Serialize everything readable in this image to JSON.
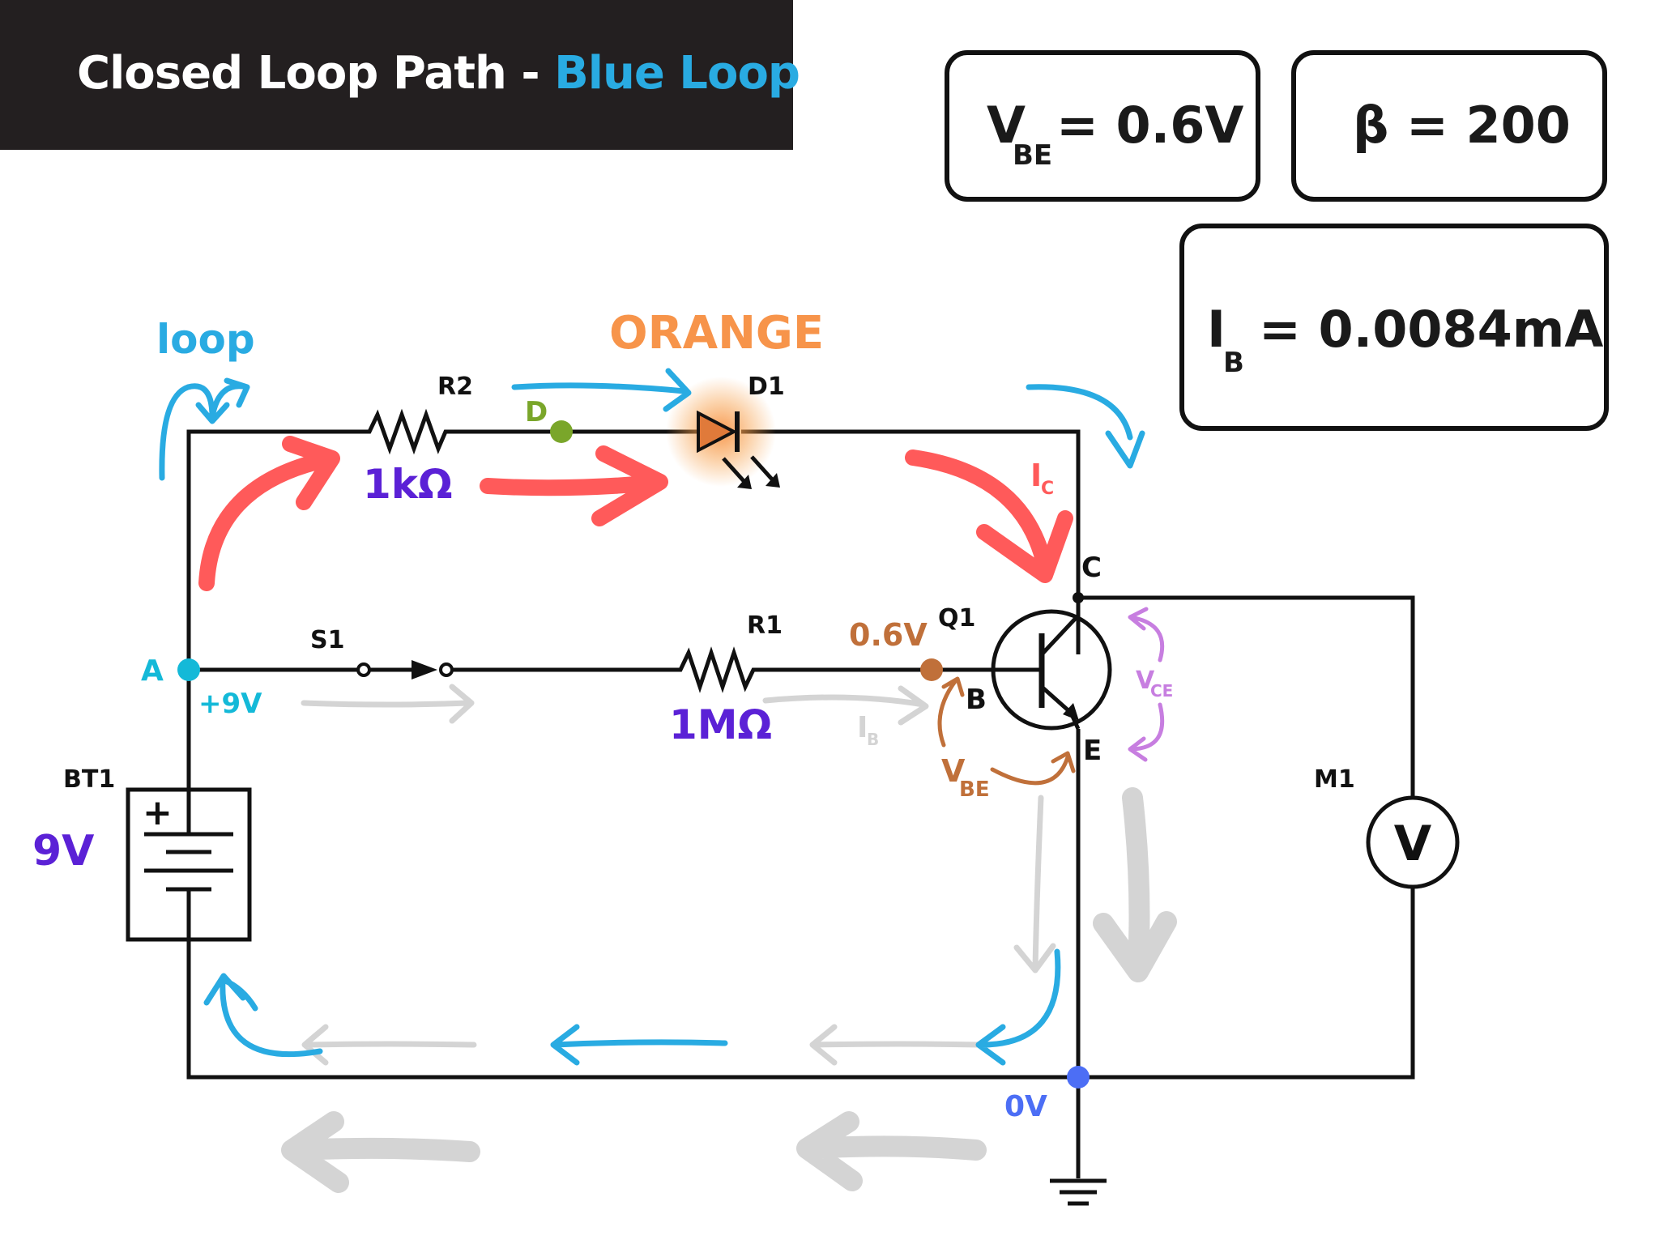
{
  "banner": {
    "title_prefix": "Closed Loop Path - ",
    "title_accent": "Blue Loop"
  },
  "info_boxes": {
    "vbe": {
      "symbol": "V",
      "sub": "BE",
      "value": "= 0.6V"
    },
    "beta": {
      "text": "β = 200"
    },
    "ib": {
      "symbol": "I",
      "sub": "B",
      "value": "= 0.0084mA"
    }
  },
  "labels": {
    "loop": "loop",
    "orange": "ORANGE",
    "r2": "R2",
    "r2_value": "1kΩ",
    "d1": "D1",
    "d_node": "D",
    "ic_main": "I",
    "ic_sub": "C",
    "collector": "C",
    "q1": "Q1",
    "base": "B",
    "emitter": "E",
    "base_voltage": "0.6V",
    "r1": "R1",
    "r1_value": "1MΩ",
    "s1": "S1",
    "node_a": "A",
    "plus9v": "+9V",
    "ib_main": "I",
    "ib_sub": "B",
    "vbe_main": "V",
    "vbe_sub": "BE",
    "vce_main": "V",
    "vce_sub": "CE",
    "bt1": "BT1",
    "battery_value": "9V",
    "battery_plus": "+",
    "m1": "M1",
    "meter_symbol": "V",
    "ground_voltage": "0V"
  },
  "colors": {
    "blue_loop": "#29abe2",
    "red_current": "#ff5a5a",
    "grey_arrow": "#d4d4d4",
    "purple_value": "#5b21d6",
    "orange_led": "#f7944a",
    "green_node": "#7aa62a",
    "cyan_node": "#14b9d8",
    "brown_base": "#c0703a",
    "violet_vce": "#c77ee0",
    "blue_ground": "#4c6ef5"
  }
}
